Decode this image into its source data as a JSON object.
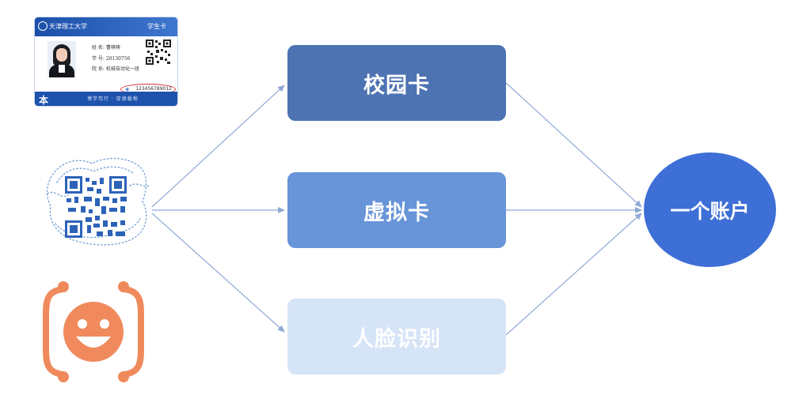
{
  "id_card": {
    "school": "天津理工大学",
    "type": "学生卡",
    "name_line": "姓 名: 曹萌萌",
    "student_id_line": "学 号: 20130756",
    "college_line": "院 系: 机械自动化一班",
    "card_number": "123456789012",
    "motto": "博学笃行 · 厚德载物",
    "logo": "本"
  },
  "boxes": {
    "campus_card": "校园卡",
    "virtual_card": "虚拟卡",
    "face_recognition": "人脸识别"
  },
  "target": {
    "label": "一个账户"
  },
  "colors": {
    "campus_card": "#4d73b2",
    "virtual_card": "#6894d8",
    "face_recognition": "#d6e4f7",
    "account_circle": "#3e6fd6",
    "connector": "#8fa9d4",
    "face_icon": "#f08a5d"
  },
  "icons": {
    "id_card": "student-id-card-image",
    "qr_code": "qr-code-icon",
    "face": "face-recognition-icon"
  }
}
